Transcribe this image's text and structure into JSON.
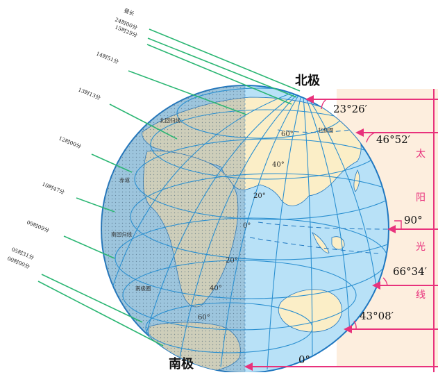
{
  "poles": {
    "north": "北极",
    "south": "南极"
  },
  "sunlight_label": [
    "太",
    "阳",
    "光",
    "线"
  ],
  "sun_angles": [
    "23°26′",
    "46°52′",
    "90°",
    "66°34′",
    "43°08′",
    "0°"
  ],
  "day_lengths": [
    "昼长",
    "24时00分",
    "15时29分",
    "14时51分",
    "13时13分",
    "12时00分",
    "10时47分",
    "09时09分",
    "05时31分",
    "00时00分"
  ],
  "latitudes": [
    "60°",
    "40°",
    "20°",
    "0°",
    "20°",
    "40°",
    "60°"
  ],
  "regions": {
    "arctic_circle": "北极圈",
    "tropic_cancer": "北回归线",
    "equator": "赤道",
    "tropic_capricorn": "南回归线",
    "antarctic_circle": "南极圈"
  },
  "colors": {
    "ocean": "#b8e1f7",
    "land": "#fbeec7",
    "night_shade": "#5b7f9a",
    "day_band": "#fdeede",
    "sun_ray": "#e8327c",
    "day_length_line": "#2bb673",
    "grid": "#2a8fd0"
  }
}
